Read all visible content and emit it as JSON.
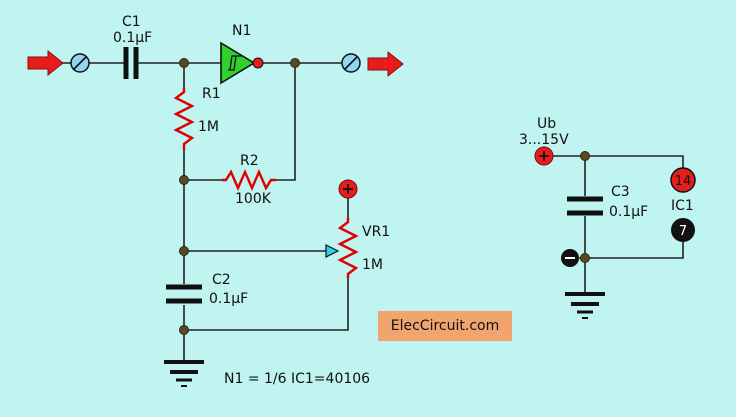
{
  "labels": {
    "c1_name": "C1",
    "c1_value": "0.1µF",
    "n1_name": "N1",
    "r1_name": "R1",
    "r1_value": "1M",
    "r2_name": "R2",
    "r2_value": "100K",
    "vr1_name": "VR1",
    "vr1_value": "1M",
    "c2_name": "C2",
    "c2_value": "0.1µF",
    "ub_name": "Ub",
    "ub_value": "3...15V",
    "c3_name": "C3",
    "c3_value": "0.1µF",
    "ic1_name": "IC1",
    "pin14": "14",
    "pin7": "7",
    "note": "N1 = 1/6 IC1=40106",
    "brand": "ElecCircuit.com"
  },
  "colors": {
    "background": "#bff4f1",
    "arrow": "#e81c1c",
    "terminal": "#8fd6f2",
    "gate": "#2fd12f",
    "resistor": "#e00000",
    "supply_plus": "#e81c1c",
    "brand_bg": "#f2a46e"
  }
}
